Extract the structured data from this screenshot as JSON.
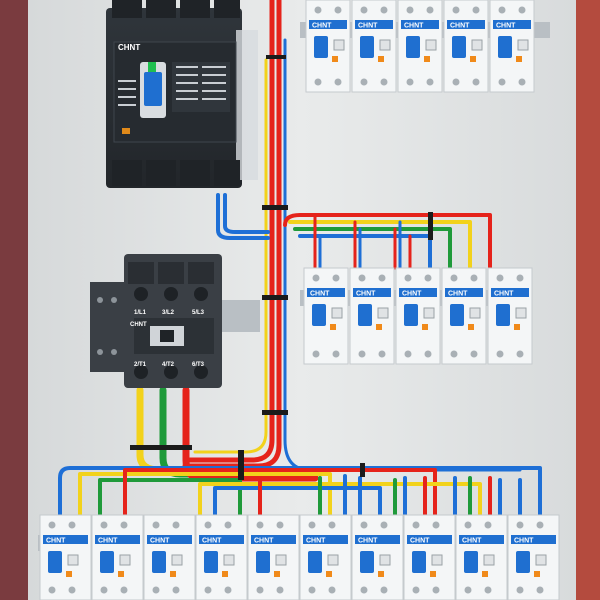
{
  "brand": "CHNT",
  "mccb": {
    "brand": "CHNT"
  },
  "contactor": {
    "brand": "CHNT",
    "terminals_top": [
      "1/L1",
      "3/L2",
      "5/L3"
    ],
    "terminals_bottom": [
      "2/T1",
      "4/T2",
      "6/T3"
    ]
  },
  "breaker_rows": [
    {
      "name": "top-row",
      "count": 5,
      "label": "CHNT"
    },
    {
      "name": "middle-row",
      "count": 5,
      "label": "CHNT"
    },
    {
      "name": "bottom-row",
      "count": 10,
      "label": "CHNT"
    }
  ],
  "colors": {
    "panel": "#e4e6e6",
    "breaker_body": "#f4f6f7",
    "chnt_blue": "#1f6fd0",
    "mccb_body": "#2b3036",
    "contactor_body": "#3a3f45",
    "wire_red": "#e5231b",
    "wire_yellow": "#f2d21b",
    "wire_green": "#1f9a3a",
    "wire_blue": "#1e6fd6",
    "din_rail": "#b9bfc4"
  }
}
